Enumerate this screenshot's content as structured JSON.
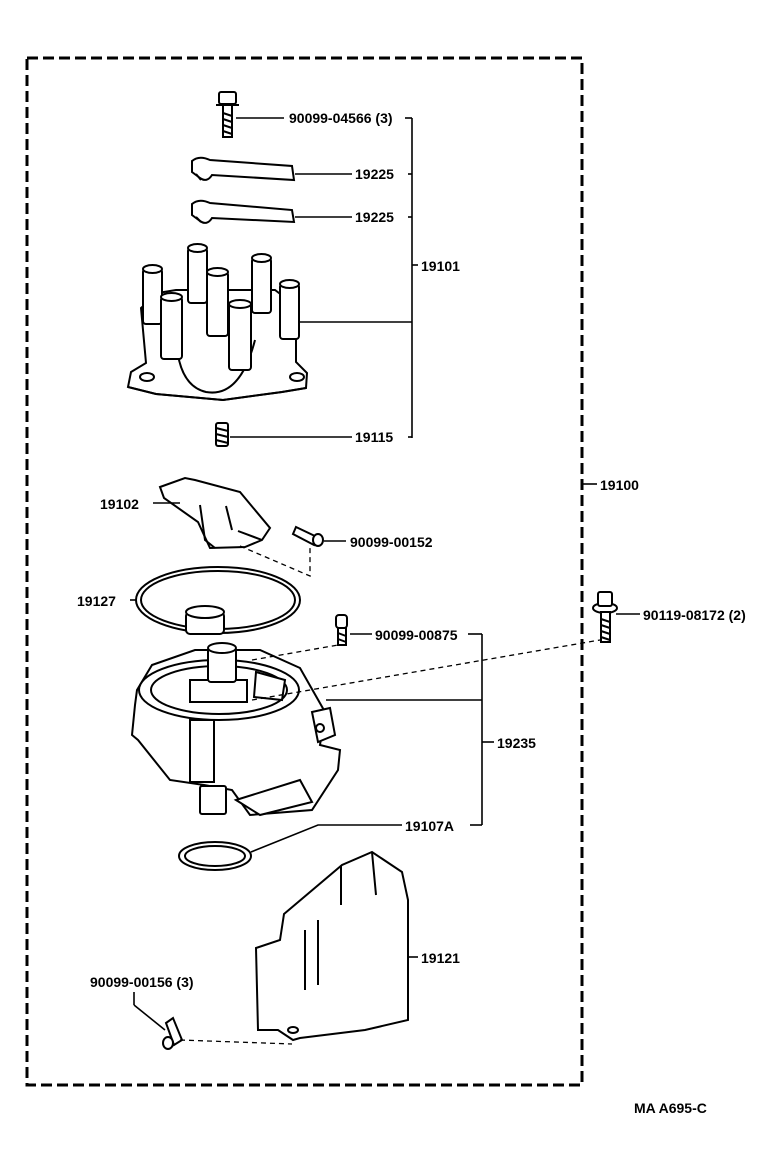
{
  "parts": {
    "p_90099_04566": "90099-04566 (3)",
    "p_19225_a": "19225",
    "p_19225_b": "19225",
    "p_19101": "19101",
    "p_19115": "19115",
    "p_19100": "19100",
    "p_19102": "19102",
    "p_90099_00152": "90099-00152",
    "p_19127": "19127",
    "p_90119_08172": "90119-08172 (2)",
    "p_90099_00875": "90099-00875",
    "p_19235": "19235",
    "p_19107A": "19107A",
    "p_19121": "19121",
    "p_90099_00156": "90099-00156 (3)"
  },
  "reference_code": "MA A695-C",
  "colors": {
    "ink": "#000000",
    "paper": "#ffffff"
  }
}
